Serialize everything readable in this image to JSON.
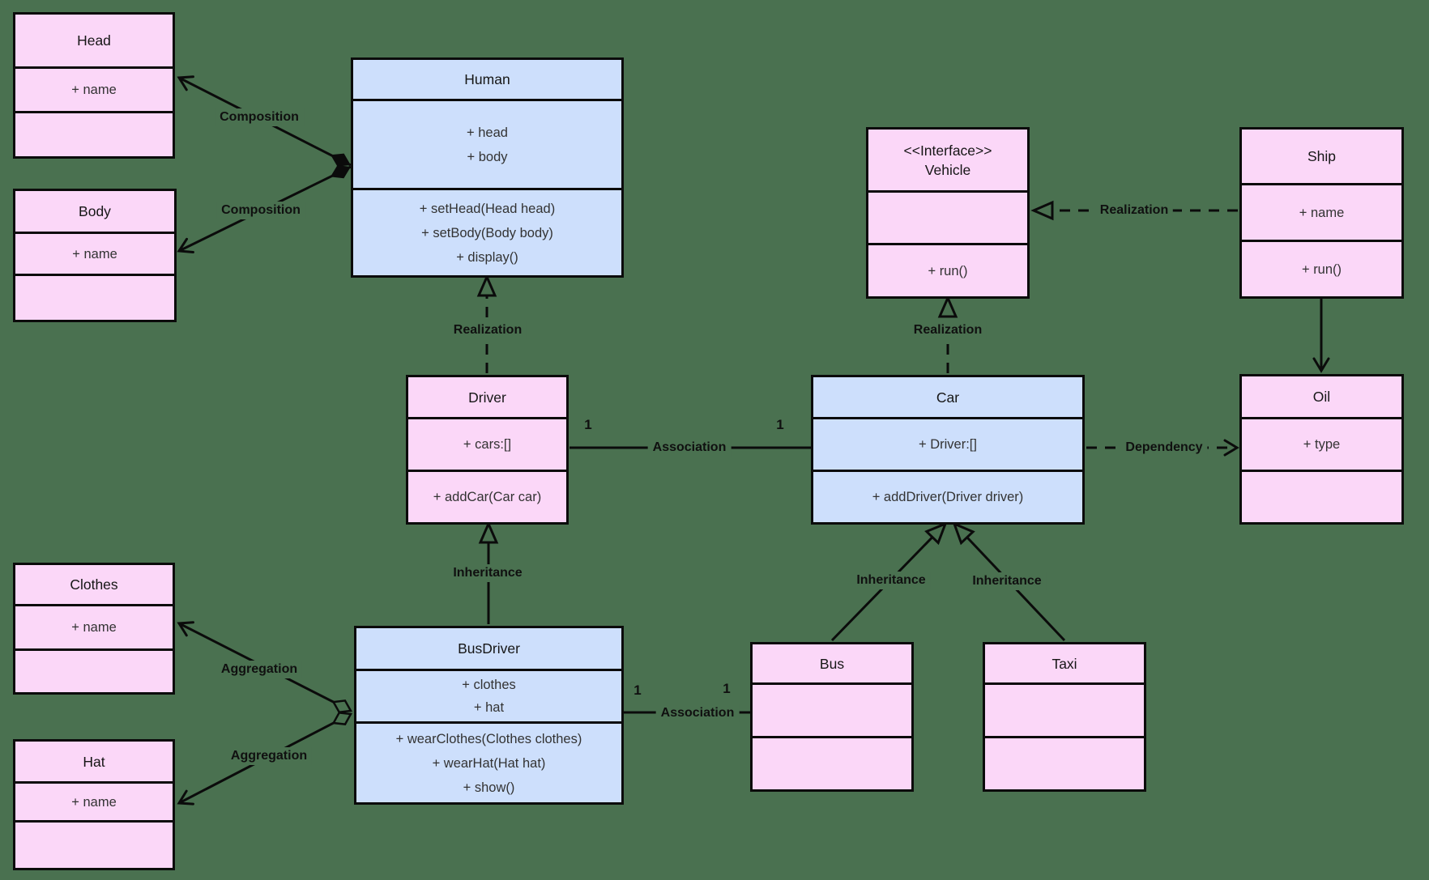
{
  "colors": {
    "background": "#4A7150",
    "class_fill_pink": "#FBD7F8",
    "class_fill_blue": "#CDDFFC",
    "line_and_border": "#0B0B0B"
  },
  "classes": {
    "head": {
      "name": "Head",
      "attributes": [
        "+ name"
      ]
    },
    "body": {
      "name": "Body",
      "attributes": [
        "+ name"
      ]
    },
    "clothes": {
      "name": "Clothes",
      "attributes": [
        "+ name"
      ]
    },
    "hat": {
      "name": "Hat",
      "attributes": [
        "+ name"
      ]
    },
    "human": {
      "name": "Human",
      "attributes": [
        "+ head",
        "+ body"
      ],
      "methods": [
        "+ setHead(Head head)",
        "+ setBody(Body body)",
        "+ display()"
      ]
    },
    "driver": {
      "name": "Driver",
      "attributes": [
        "+ cars:[]"
      ],
      "methods": [
        "+ addCar(Car car)"
      ]
    },
    "vehicle": {
      "stereotype": "<<Interface>>",
      "name": "Vehicle",
      "methods": [
        "+ run()"
      ]
    },
    "ship": {
      "name": "Ship",
      "attributes": [
        "+ name"
      ],
      "methods": [
        "+ run()"
      ]
    },
    "oil": {
      "name": "Oil",
      "attributes": [
        "+ type"
      ]
    },
    "car": {
      "name": "Car",
      "attributes": [
        "+ Driver:[]"
      ],
      "methods": [
        "+ addDriver(Driver driver)"
      ]
    },
    "busdriver": {
      "name": "BusDriver",
      "attributes": [
        "+ clothes",
        "+ hat"
      ],
      "methods": [
        "+ wearClothes(Clothes clothes)",
        "+ wearHat(Hat hat)",
        "+ show()"
      ]
    },
    "bus": {
      "name": "Bus"
    },
    "taxi": {
      "name": "Taxi"
    }
  },
  "relationships": {
    "composition_head_human": {
      "label": "Composition"
    },
    "composition_body_human": {
      "label": "Composition"
    },
    "realization_driver_human": {
      "label": "Realization"
    },
    "realization_car_vehicle": {
      "label": "Realization"
    },
    "realization_ship_vehicle": {
      "label": "Realization"
    },
    "association_driver_car": {
      "label": "Association",
      "driver_multiplicity": "1",
      "car_multiplicity": "1"
    },
    "dependency_car_oil": {
      "label": "Dependency"
    },
    "inheritance_busdriver_driver": {
      "label": "Inheritance"
    },
    "inheritance_bus_car": {
      "label": "Inheritance"
    },
    "inheritance_taxi_car": {
      "label": "Inheritance"
    },
    "aggregation_clothes_busdriver": {
      "label": "Aggregation"
    },
    "aggregation_hat_busdriver": {
      "label": "Aggregation"
    },
    "association_busdriver_bus": {
      "label": "Association",
      "busdriver_multiplicity": "1",
      "bus_multiplicity": "1"
    }
  }
}
